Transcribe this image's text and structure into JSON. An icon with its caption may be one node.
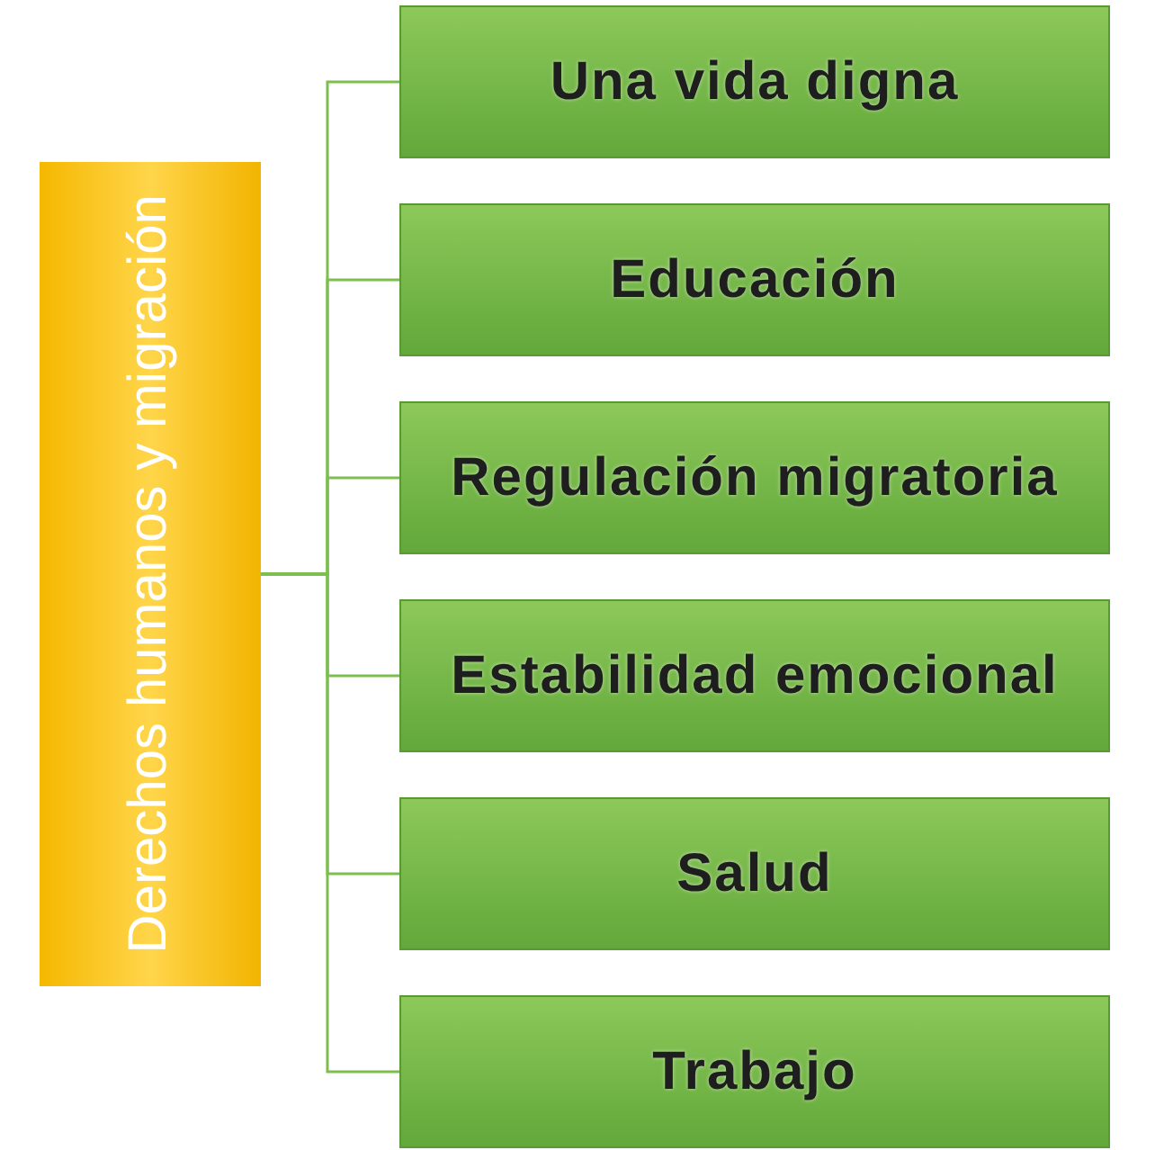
{
  "diagram": {
    "nodes": [
      {
        "text": [
          "Derechos humanos y migración"
        ]
      },
      {
        "text": [
          "Una vida digna"
        ]
      },
      {
        "text": [
          "Educación"
        ]
      },
      {
        "text": [
          "Regulación migratoria"
        ]
      },
      {
        "text": [
          "Estabilidad emocional"
        ]
      },
      {
        "text": [
          "Salud"
        ]
      },
      {
        "text": [
          "Trabajo"
        ]
      }
    ],
    "edges": [
      {
        "from": 0,
        "to": 1,
        "arrow": "none"
      },
      {
        "from": 0,
        "to": 2,
        "arrow": "none"
      },
      {
        "from": 0,
        "to": 3,
        "arrow": "none"
      },
      {
        "from": 0,
        "to": 4,
        "arrow": "none"
      },
      {
        "from": 0,
        "to": 5,
        "arrow": "none"
      },
      {
        "from": 0,
        "to": 6,
        "arrow": "none"
      }
    ]
  }
}
